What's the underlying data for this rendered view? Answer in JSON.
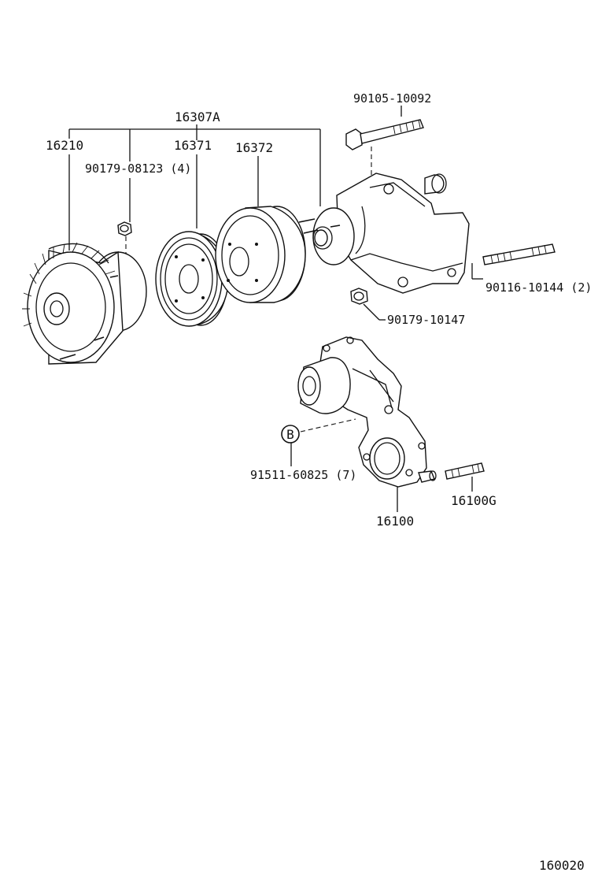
{
  "labels": {
    "bolt_top": "90105-10092",
    "assembly": "16307A",
    "fan_clutch": "16210",
    "nut_small": "90179-08123 (4)",
    "pulley_1": "16371",
    "pulley_2": "16372",
    "stud_right": "90116-10144 (2)",
    "nut_right": "90179-10147",
    "ref_b": "B",
    "bolt_b": "91511-60825 (7)",
    "stud_bottom": "16100G",
    "pump": "16100",
    "diagram_id": "160020"
  }
}
